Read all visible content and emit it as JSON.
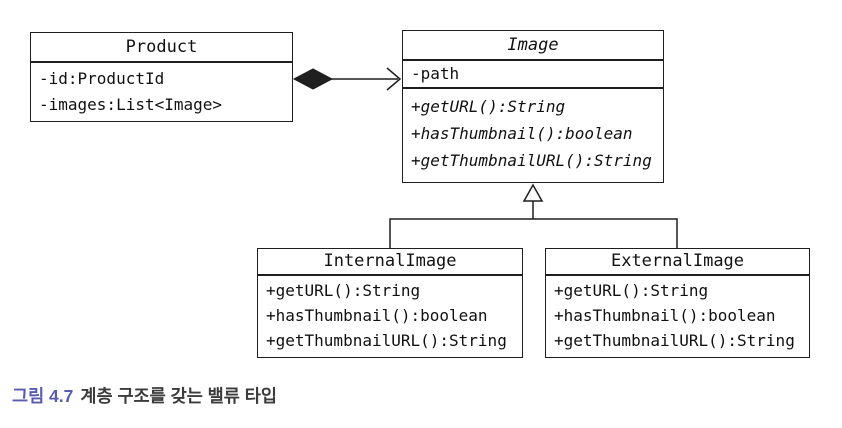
{
  "diagram": {
    "classes": [
      {
        "name": "Product",
        "abstract": false,
        "attributes": [
          "-id:ProductId",
          "-images:List<Image>"
        ],
        "methods": []
      },
      {
        "name": "Image",
        "abstract": true,
        "attributes": [
          "-path"
        ],
        "methods": [
          "+getURL():String",
          "+hasThumbnail():boolean",
          "+getThumbnailURL():String"
        ]
      },
      {
        "name": "InternalImage",
        "abstract": false,
        "attributes": [],
        "methods": [
          "+getURL():String",
          "+hasThumbnail():boolean",
          "+getThumbnailURL():String"
        ]
      },
      {
        "name": "ExternalImage",
        "abstract": false,
        "attributes": [],
        "methods": [
          "+getURL():String",
          "+hasThumbnail():boolean",
          "+getThumbnailURL():String"
        ]
      }
    ],
    "relationships": [
      {
        "type": "composition",
        "from": "Product",
        "to": "Image"
      },
      {
        "type": "generalization",
        "from": "InternalImage",
        "to": "Image"
      },
      {
        "type": "generalization",
        "from": "ExternalImage",
        "to": "Image"
      }
    ]
  },
  "caption": {
    "number": "그림 4.7",
    "text": "계층 구조를 갖는 밸류 타입"
  },
  "colors": {
    "background": "#ffffff",
    "box_border": "#1f1f1f",
    "line": "#1f1f1f",
    "caption_label": "#575cb0",
    "caption_text": "#3c3c3c"
  }
}
